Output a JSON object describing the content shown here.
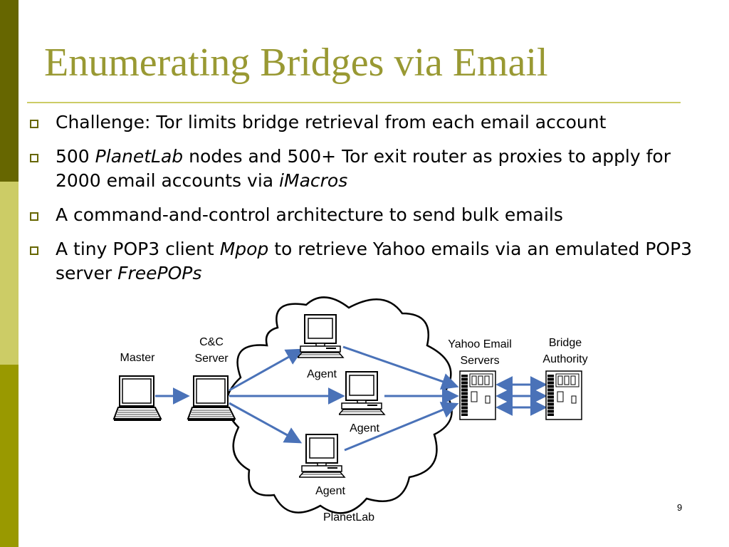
{
  "slide": {
    "title": "Enumerating Bridges via Email",
    "page_number": "9",
    "accent_colors": {
      "title": "#999933",
      "band_dark": "#666600",
      "band_light": "#cccc66",
      "band_mid": "#999900"
    }
  },
  "bullets": [
    {
      "parts": [
        {
          "text": "Challenge: Tor limits bridge retrieval from each email account",
          "italic": false
        }
      ]
    },
    {
      "parts": [
        {
          "text": "500 ",
          "italic": false
        },
        {
          "text": "PlanetLab",
          "italic": true
        },
        {
          "text": " nodes and 500+ Tor exit router as proxies to apply for 2000 email accounts via ",
          "italic": false
        },
        {
          "text": "iMacros",
          "italic": true
        }
      ]
    },
    {
      "parts": [
        {
          "text": "A command-and-control architecture to send bulk emails",
          "italic": false
        }
      ]
    },
    {
      "parts": [
        {
          "text": "A tiny POP3 client ",
          "italic": false
        },
        {
          "text": "Mpop",
          "italic": true
        },
        {
          "text": " to retrieve Yahoo emails via an emulated POP3 server ",
          "italic": false
        },
        {
          "text": "FreePOPs",
          "italic": true
        }
      ]
    }
  ],
  "diagram": {
    "master_label": "Master",
    "cc_label_line1": "C&C",
    "cc_label_line2": "Server",
    "agent_label": "Agent",
    "yahoo_label_line1": "Yahoo Email",
    "yahoo_label_line2": "Servers",
    "bridge_label_line1": "Bridge",
    "bridge_label_line2": "Authority",
    "cloud_label": "PlanetLab",
    "arrow_color": "#4a72b8"
  }
}
